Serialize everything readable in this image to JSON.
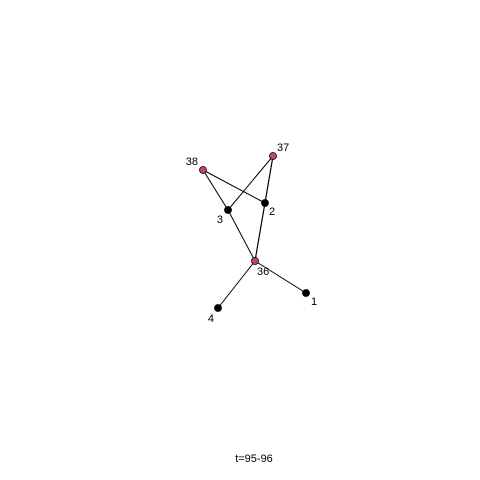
{
  "graph": {
    "caption": "t=95-96",
    "nodes": [
      {
        "id": "38",
        "label": "38",
        "color": "#c0485e"
      },
      {
        "id": "37",
        "label": "37",
        "color": "#c0485e"
      },
      {
        "id": "3",
        "label": "3",
        "color": "#000000"
      },
      {
        "id": "2",
        "label": "2",
        "color": "#000000"
      },
      {
        "id": "36",
        "label": "36",
        "color": "#c0485e"
      },
      {
        "id": "4",
        "label": "4",
        "color": "#000000"
      },
      {
        "id": "1",
        "label": "1",
        "color": "#000000"
      }
    ],
    "edges": [
      [
        "38",
        "3"
      ],
      [
        "38",
        "2"
      ],
      [
        "37",
        "3"
      ],
      [
        "37",
        "2"
      ],
      [
        "37",
        "36"
      ],
      [
        "3",
        "36"
      ],
      [
        "2",
        "36"
      ],
      [
        "36",
        "4"
      ],
      [
        "36",
        "1"
      ]
    ]
  }
}
